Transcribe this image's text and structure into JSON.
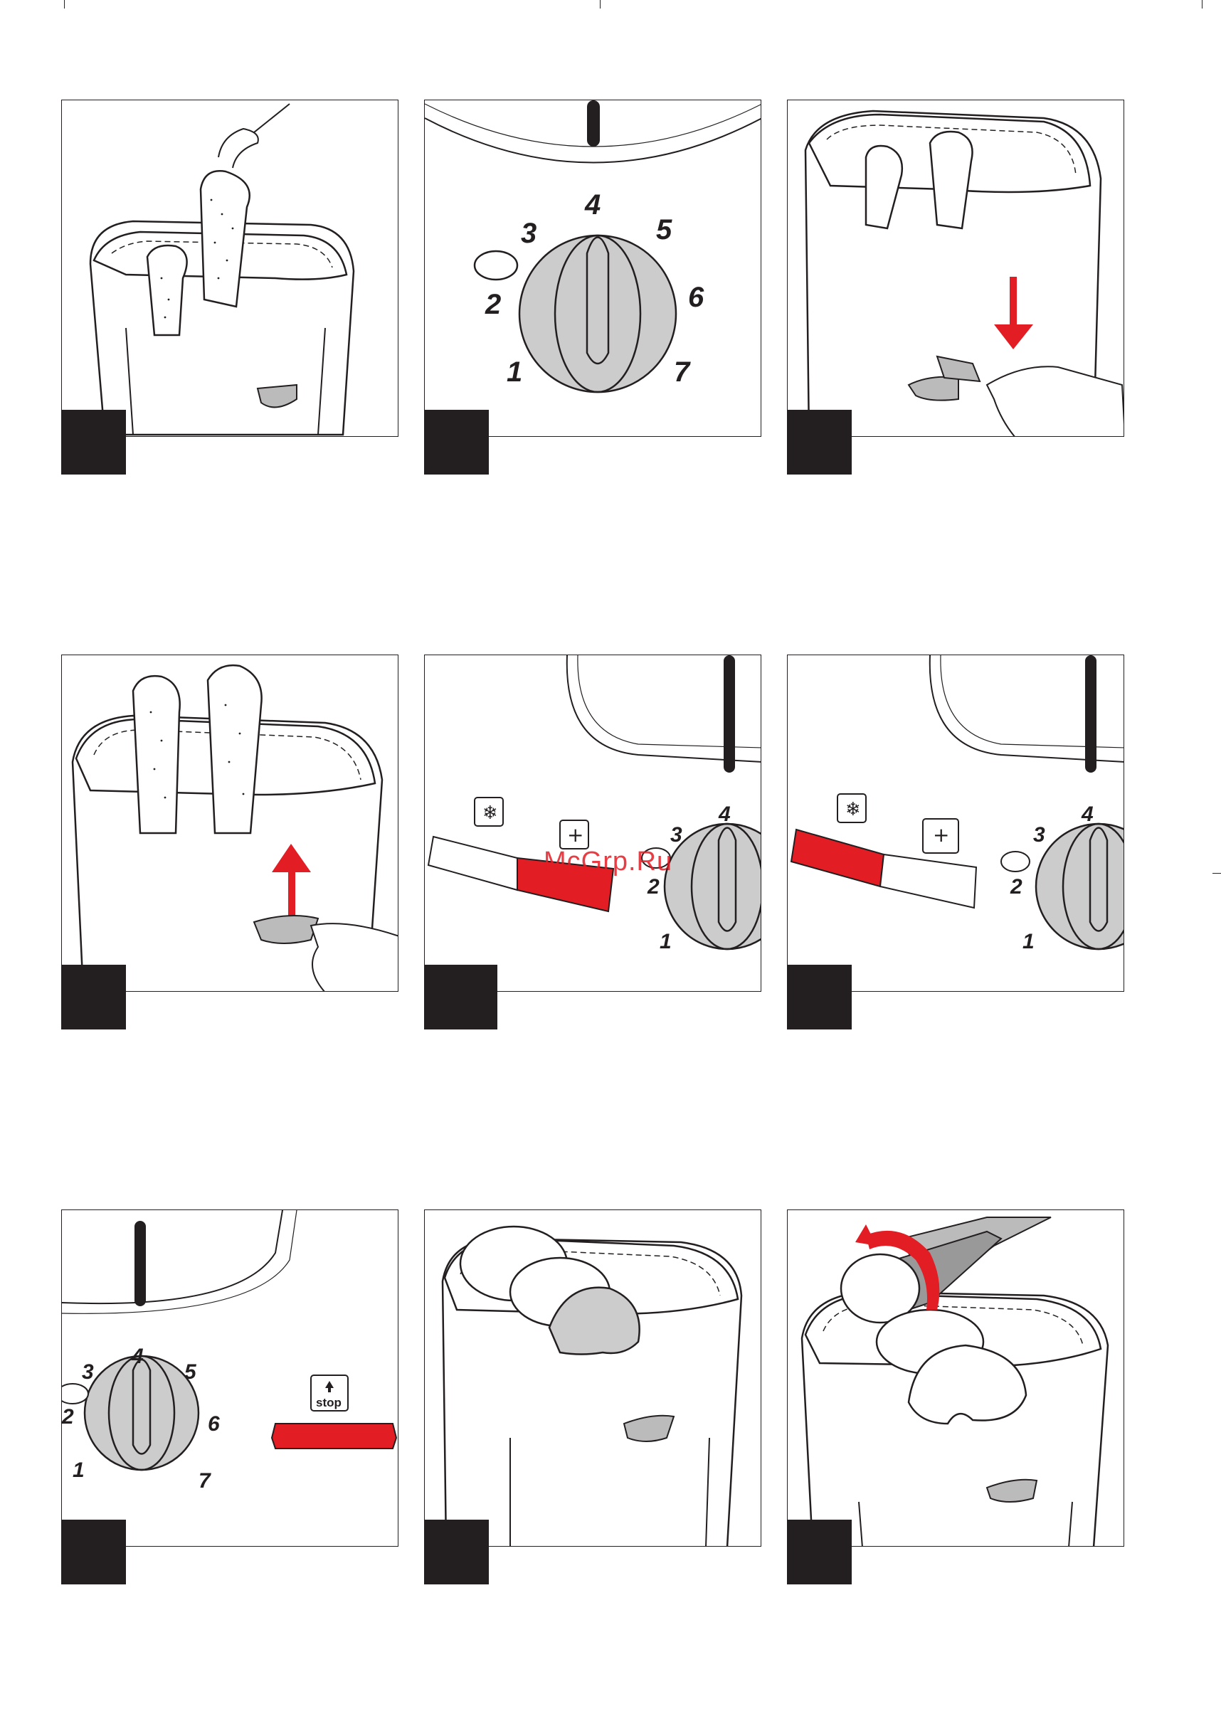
{
  "watermark": "McGrp.Ru",
  "colors": {
    "ink": "#231f20",
    "accent_red": "#e21d24",
    "dial_grey": "#cccccc"
  },
  "dial": {
    "labels": [
      "1",
      "2",
      "3",
      "4",
      "5",
      "6",
      "7"
    ]
  },
  "panel5": {
    "labels": [
      "1",
      "2",
      "3",
      "4"
    ]
  },
  "panel6": {
    "labels": [
      "1",
      "2",
      "3",
      "4"
    ]
  },
  "panel7": {
    "labels": [
      "1",
      "2",
      "3",
      "4",
      "5",
      "6",
      "7"
    ],
    "stop_label": "stop"
  },
  "icons": {
    "p1": "toaster-bread-insert-illustration",
    "p2": "browning-dial-illustration",
    "p3": "press-lever-illustration",
    "p4": "lift-lever-illustration",
    "p5": "defrost-button-illustration",
    "p6": "reheat-button-illustration",
    "p7": "stop-button-illustration",
    "p8": "bun-warming-rack-illustration",
    "p9": "tongs-remove-bun-illustration"
  }
}
